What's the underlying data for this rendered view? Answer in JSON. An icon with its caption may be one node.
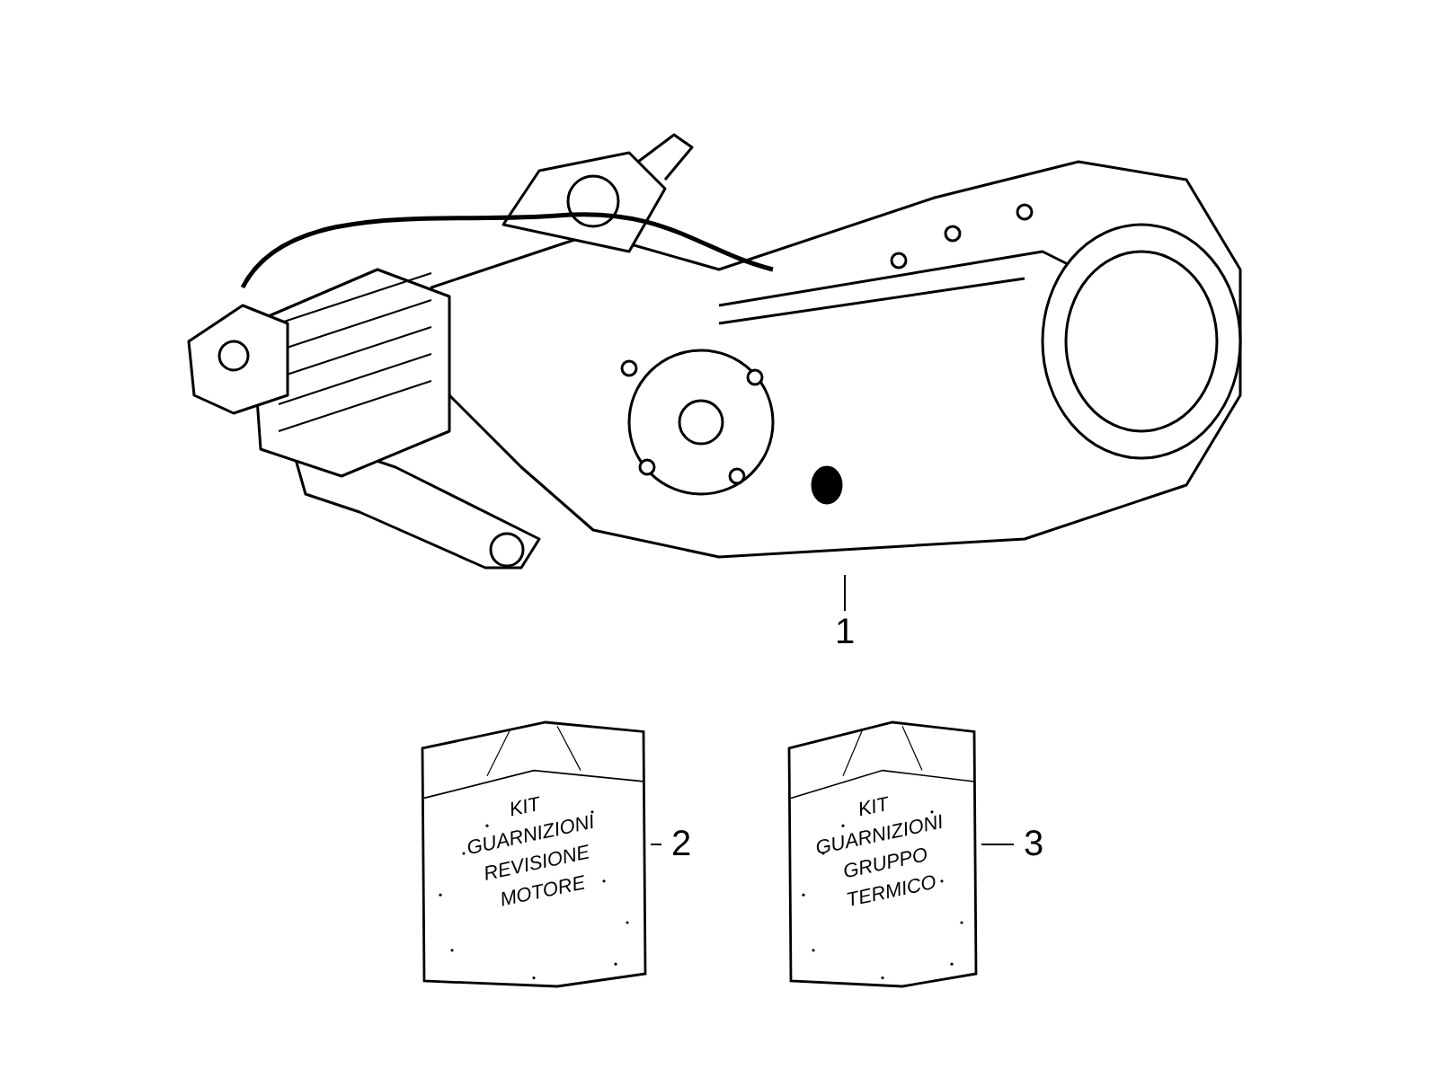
{
  "diagram": {
    "nodes": [
      {
        "text": [],
        "shape": "picture"
      },
      {
        "text": [
          "1"
        ]
      },
      {
        "text": [
          "KIT GUARNIZIONI REVISIONE MOTORE"
        ]
      },
      {
        "text": [
          "2"
        ]
      },
      {
        "text": [
          "KIT GUARNIZIONI GRUPPO TERMICO"
        ]
      },
      {
        "text": [
          "3"
        ]
      }
    ],
    "edges": [
      {
        "from": 1,
        "to": 0,
        "arrow": "none"
      },
      {
        "from": 3,
        "to": 2,
        "arrow": "none"
      },
      {
        "from": 5,
        "to": 4,
        "arrow": "none"
      }
    ]
  }
}
